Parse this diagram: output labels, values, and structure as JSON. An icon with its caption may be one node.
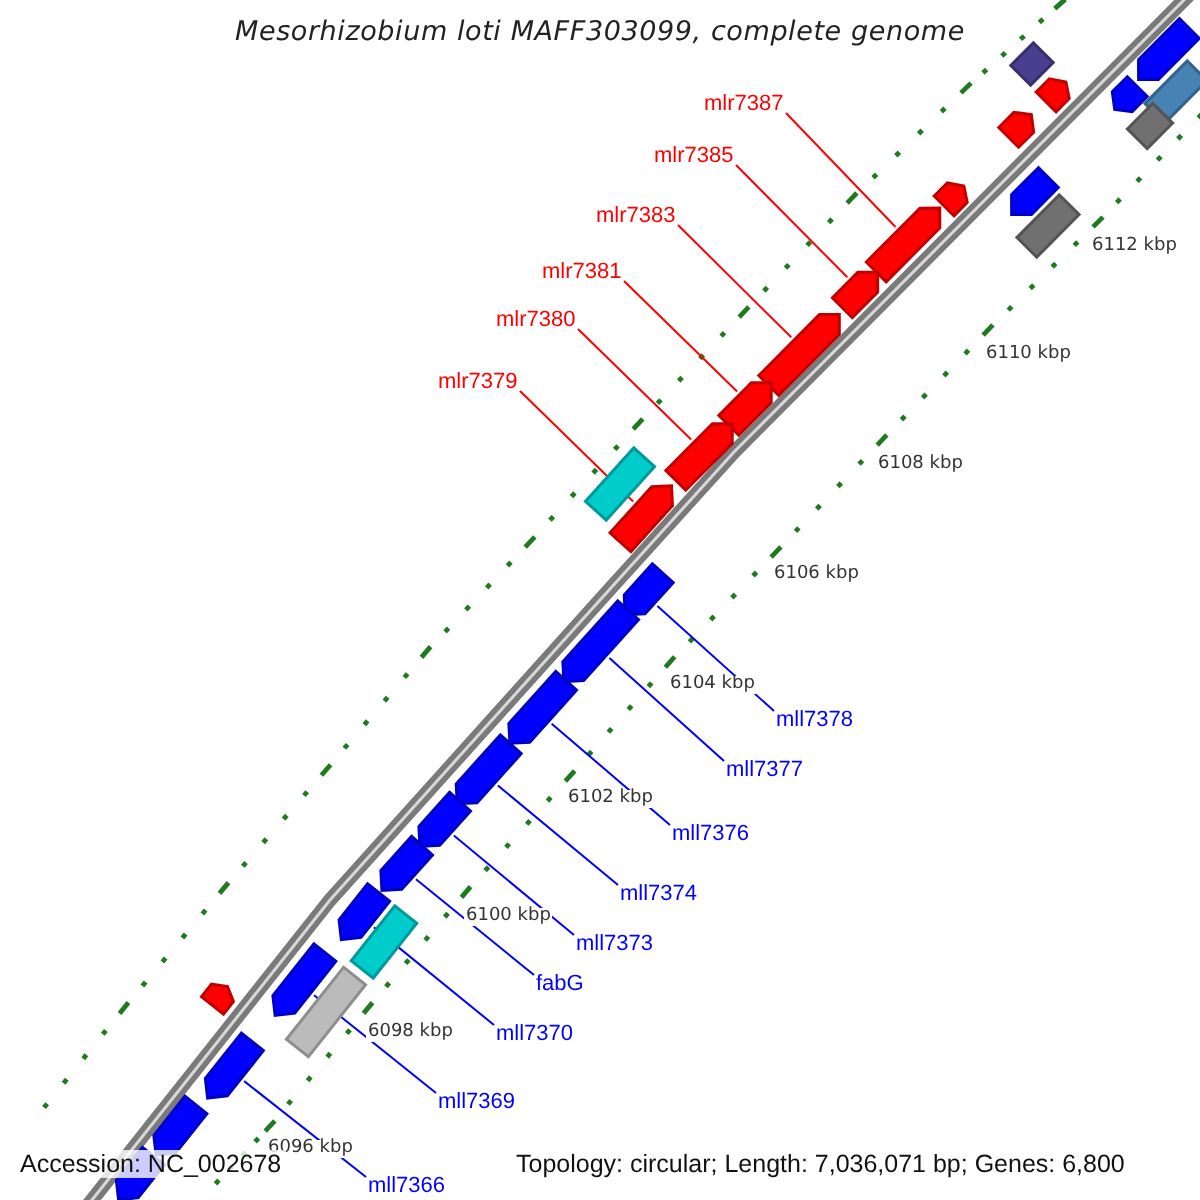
{
  "diagram": {
    "title": "Mesorhizobium loti MAFF303099, complete genome",
    "nodes": [
      {
        "text": [
          "mlr7387"
        ]
      },
      {
        "text": [
          "mlr7385"
        ]
      },
      {
        "text": [
          "mlr7383"
        ]
      },
      {
        "text": [
          "mlr7381"
        ]
      },
      {
        "text": [
          "mlr7380"
        ]
      },
      {
        "text": [
          "mlr7379"
        ]
      },
      {
        "text": [
          "mll7378"
        ]
      },
      {
        "text": [
          "mll7377"
        ]
      },
      {
        "text": [
          "mll7376"
        ]
      },
      {
        "text": [
          "mll7374"
        ]
      },
      {
        "text": [
          "mll7373"
        ]
      },
      {
        "text": [
          "fabG"
        ]
      },
      {
        "text": [
          "mll7370"
        ]
      },
      {
        "text": [
          "mll7369"
        ]
      },
      {
        "text": [
          "mll7366"
        ]
      },
      {
        "text": [],
        "shape": "pentagon"
      },
      {
        "text": [],
        "shape": "pentagon"
      },
      {
        "text": [],
        "shape": "pentagon"
      },
      {
        "text": [],
        "shape": "pentagon"
      },
      {
        "text": [],
        "shape": "pentagon"
      },
      {
        "text": [],
        "shape": "pentagon"
      },
      {
        "text": [],
        "shape": "pentagon"
      },
      {
        "text": [],
        "shape": "pentagon"
      },
      {
        "text": [],
        "shape": "pentagon"
      },
      {
        "text": [],
        "shape": "pentagon"
      },
      {
        "text": [],
        "shape": "pentagon"
      },
      {
        "text": [],
        "shape": "pentagon"
      },
      {
        "text": [],
        "shape": "pentagon"
      },
      {
        "text": [],
        "shape": "pentagon"
      },
      {
        "text": [],
        "shape": "pentagon"
      },
      {
        "text": [],
        "shape": "box"
      },
      {
        "text": [],
        "shape": "pentagon"
      },
      {
        "text": [],
        "shape": "pentagon"
      },
      {
        "text": [],
        "shape": "pentagon"
      },
      {
        "text": [],
        "shape": "diamond"
      },
      {
        "text": [],
        "shape": "pentagon"
      },
      {
        "text": [],
        "shape": "box"
      },
      {
        "text": [],
        "shape": "pentagon"
      },
      {
        "text": [],
        "shape": "pentagon"
      },
      {
        "text": [],
        "shape": "box"
      },
      {
        "text": [],
        "shape": "diamond"
      },
      {
        "text": [],
        "shape": "box"
      },
      {
        "text": [],
        "shape": "box"
      },
      {
        "text": [],
        "shape": "pentagon"
      },
      {
        "text": [],
        "shape": "pentagon"
      },
      {
        "text": [],
        "shape": "pentagon"
      }
    ],
    "edges": [
      {
        "from": 0,
        "to": 15,
        "arrow": "none",
        "color": "#ff0000"
      },
      {
        "from": 1,
        "to": 16,
        "arrow": "none",
        "color": "#ff0000"
      },
      {
        "from": 2,
        "to": 17,
        "arrow": "none",
        "color": "#ff0000"
      },
      {
        "from": 3,
        "to": 18,
        "arrow": "none",
        "color": "#ff0000"
      },
      {
        "from": 4,
        "to": 19,
        "arrow": "none",
        "color": "#ff0000"
      },
      {
        "from": 5,
        "to": 20,
        "arrow": "none",
        "color": "#ff0000"
      },
      {
        "from": 6,
        "to": 21,
        "arrow": "none"
      },
      {
        "from": 7,
        "to": 22,
        "arrow": "none"
      },
      {
        "from": 8,
        "to": 23,
        "arrow": "none"
      },
      {
        "from": 9,
        "to": 24,
        "arrow": "none"
      },
      {
        "from": 10,
        "to": 25,
        "arrow": "none"
      },
      {
        "from": 11,
        "to": 26,
        "arrow": "none"
      },
      {
        "from": 12,
        "to": 27,
        "arrow": "none"
      },
      {
        "from": 13,
        "to": 28,
        "arrow": "none"
      },
      {
        "from": 14,
        "to": 29,
        "arrow": "none"
      }
    ],
    "labels": [
      "6112 kbp",
      "6110 kbp",
      "6108 kbp",
      "6106 kbp",
      "6104 kbp",
      "6102 kbp",
      "6100 kbp",
      "6098 kbp",
      "6096 kbp",
      "Accession: NC_002678",
      "Topology: circular; Length: 7,036,071 bp; Genes: 6,800"
    ]
  }
}
